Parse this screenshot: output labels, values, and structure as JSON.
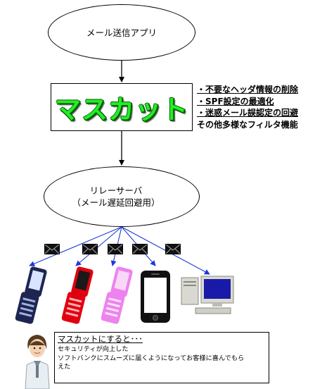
{
  "app_node": {
    "label": "メール送信アプリ"
  },
  "masucat": {
    "label": "マスカット"
  },
  "features": [
    "・不要なヘッダ情報の削除",
    "・SPF設定の最適化",
    "・迷惑メール誤認定の回避",
    "その他多様なフィルタ機能"
  ],
  "relay_node": {
    "line1": "リレーサーバ",
    "line2": "（メール遅延回避用）"
  },
  "devices": [
    {
      "name": "flip-phone-navy",
      "color": "#1d2550"
    },
    {
      "name": "flip-phone-red",
      "color": "#e00010"
    },
    {
      "name": "flip-phone-pink",
      "color": "#ee82ee"
    },
    {
      "name": "smartphone-black",
      "color": "#111111"
    },
    {
      "name": "desktop-pc",
      "color": "#1a1aa8"
    }
  ],
  "note": {
    "title": "マスカットにすると･･･",
    "line1": "セキュリティが向上した",
    "line2": "ソフトバンクにスムーズに届くようになってお客様に喜んでもら",
    "line3": "えた"
  }
}
